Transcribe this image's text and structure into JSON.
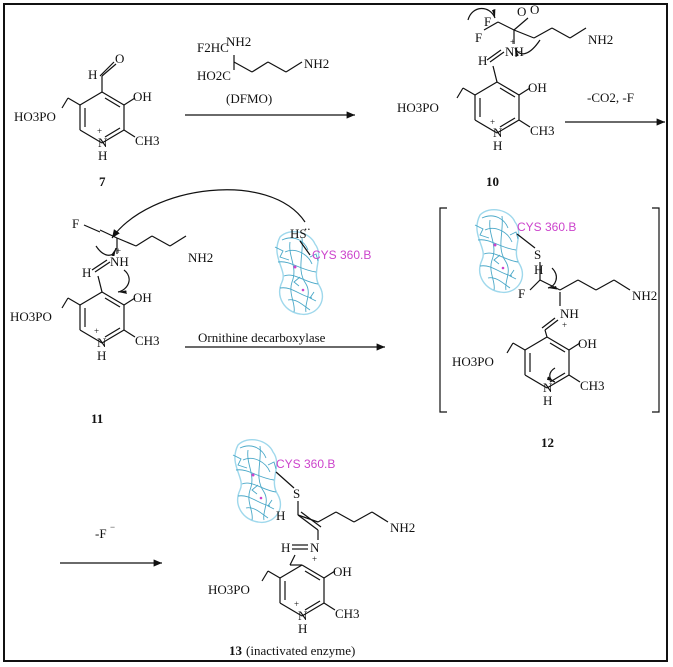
{
  "compounds": {
    "c7": {
      "label": "7",
      "aldehyde_H": "H",
      "aldehyde_O": "O",
      "oh": "OH",
      "ho3po": "HO3PO",
      "ch3": "CH3",
      "nh": "N",
      "h": "H",
      "plus": "+"
    },
    "c10": {
      "label": "10",
      "f_top": "F",
      "f_side": "F",
      "o": "O",
      "ominus": "O",
      "nh": "NH",
      "nh2": "NH2",
      "h_eq": "H",
      "oh": "OH",
      "ho3po": "HO3PO",
      "ch3": "CH3",
      "ring_n": "N",
      "ring_h": "H",
      "plus1": "+",
      "plus2": "+",
      "minus": "−"
    },
    "c11": {
      "label": "11",
      "f": "F",
      "nh": "NH",
      "nh2": "NH2",
      "h_eq": "H",
      "oh": "OH",
      "ho3po": "HO3PO",
      "ch3": "CH3",
      "ring_n": "N",
      "ring_h": "H",
      "plus1": "+",
      "plus2": "+"
    },
    "c12": {
      "label": "12",
      "s": "S",
      "h": "H",
      "f": "F",
      "nh": "NH",
      "nh2": "NH2",
      "oh": "OH",
      "ho3po": "HO3PO",
      "ch3": "CH3",
      "ring_n": "N",
      "ring_h": "H",
      "plus": "+"
    },
    "c13": {
      "label": "13",
      "label_note": "(inactivated enzyme)",
      "s": "S",
      "h": "H",
      "nh": "N",
      "nh2": "NH2",
      "h_eq": "H",
      "oh": "OH",
      "ho3po": "HO3PO",
      "ch3": "CH3",
      "ring_n": "N",
      "ring_h": "H",
      "plus1": "+",
      "plus2": "+"
    }
  },
  "dfmo": {
    "f2hc": "F2HC",
    "nh2_a": "NH2",
    "nh2_b": "NH2",
    "ho2c": "HO2C",
    "name": "(DFMO)"
  },
  "enzyme": {
    "cys_label": "CYS 360.B",
    "hs": "HS",
    "s": "S",
    "name": "Ornithine decarboxylase"
  },
  "steps": {
    "decarbox": "-CO2, -F",
    "minus_f": "-F",
    "minus_sup": "−"
  },
  "colors": {
    "cys": "#cc44cc",
    "protein": "#4aa8c8"
  }
}
